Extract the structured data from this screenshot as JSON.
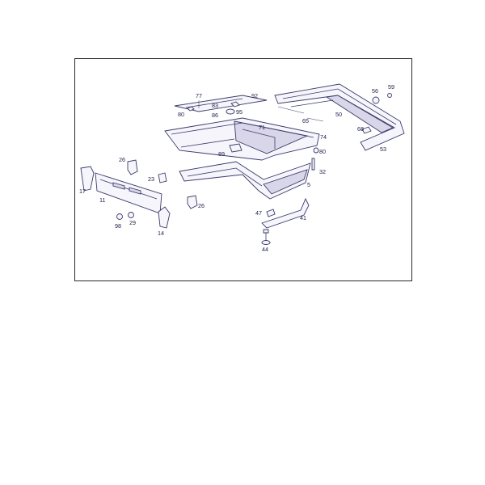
{
  "diagram": {
    "callouts": [
      "77",
      "92",
      "56",
      "59",
      "80",
      "83",
      "86",
      "95",
      "65",
      "50",
      "71",
      "74",
      "68",
      "80",
      "53",
      "89",
      "26",
      "17",
      "11",
      "23",
      "32",
      "5",
      "26",
      "47",
      "41",
      "98",
      "29",
      "14",
      "44"
    ]
  }
}
